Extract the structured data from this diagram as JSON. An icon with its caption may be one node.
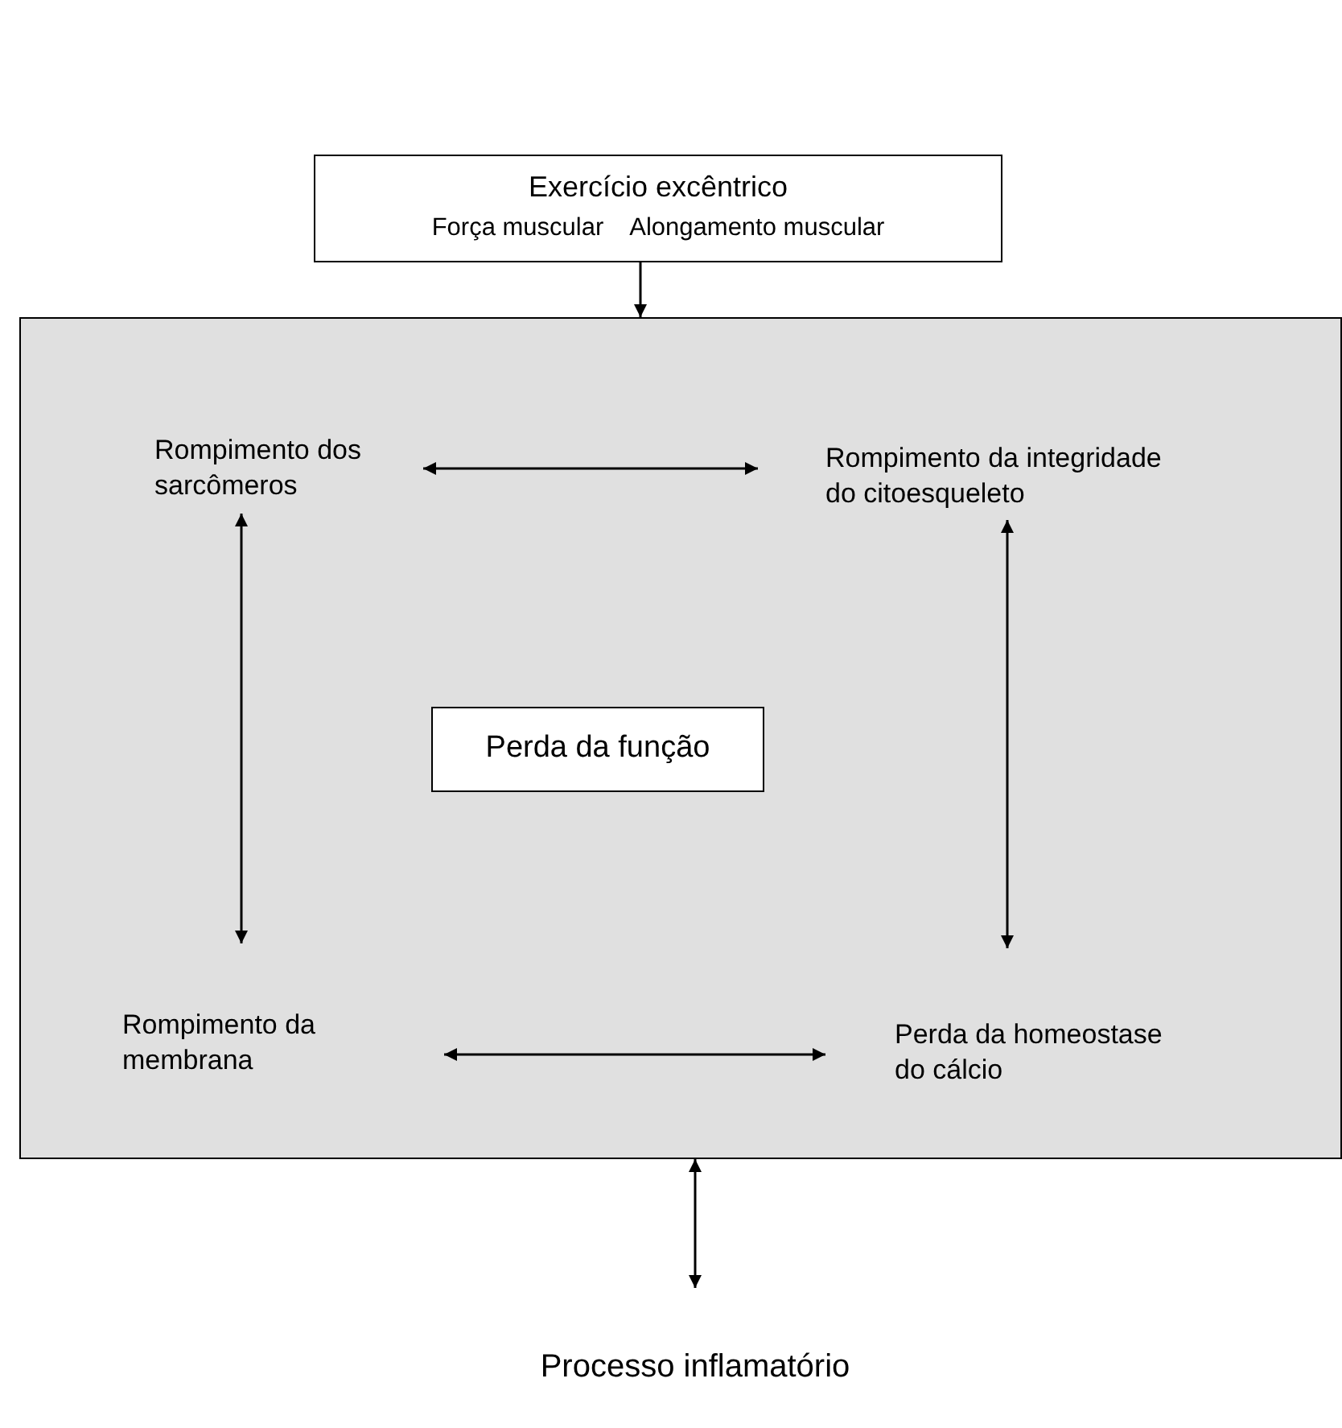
{
  "diagram": {
    "nodes": [
      {
        "text": [
          "Exercício excêntrico",
          "Força muscular",
          "Alongamento muscular"
        ]
      },
      {
        "text": [],
        "shape": "box"
      },
      {
        "text": [
          "Rompimento dos sarcômeros"
        ],
        "in": 1
      },
      {
        "text": [
          "Rompimento da integridade do citoesqueleto"
        ],
        "in": 1
      },
      {
        "text": [
          "Perda da função"
        ],
        "in": 1
      },
      {
        "text": [
          "Rompimento da membrana"
        ],
        "in": 1
      },
      {
        "text": [
          "Perda da homeostase do cálcio"
        ],
        "in": 1
      },
      {
        "text": [
          "Processo inflamatório"
        ]
      }
    ],
    "edges": [
      {
        "from": 0,
        "to": 1,
        "arrow": "to"
      },
      {
        "from": 2,
        "to": 3,
        "arrow": "both"
      },
      {
        "from": 2,
        "to": 5,
        "arrow": "both"
      },
      {
        "from": 3,
        "to": 6,
        "arrow": "both"
      },
      {
        "from": 5,
        "to": 6,
        "arrow": "both"
      },
      {
        "from": 1,
        "to": 7,
        "arrow": "both"
      }
    ]
  }
}
